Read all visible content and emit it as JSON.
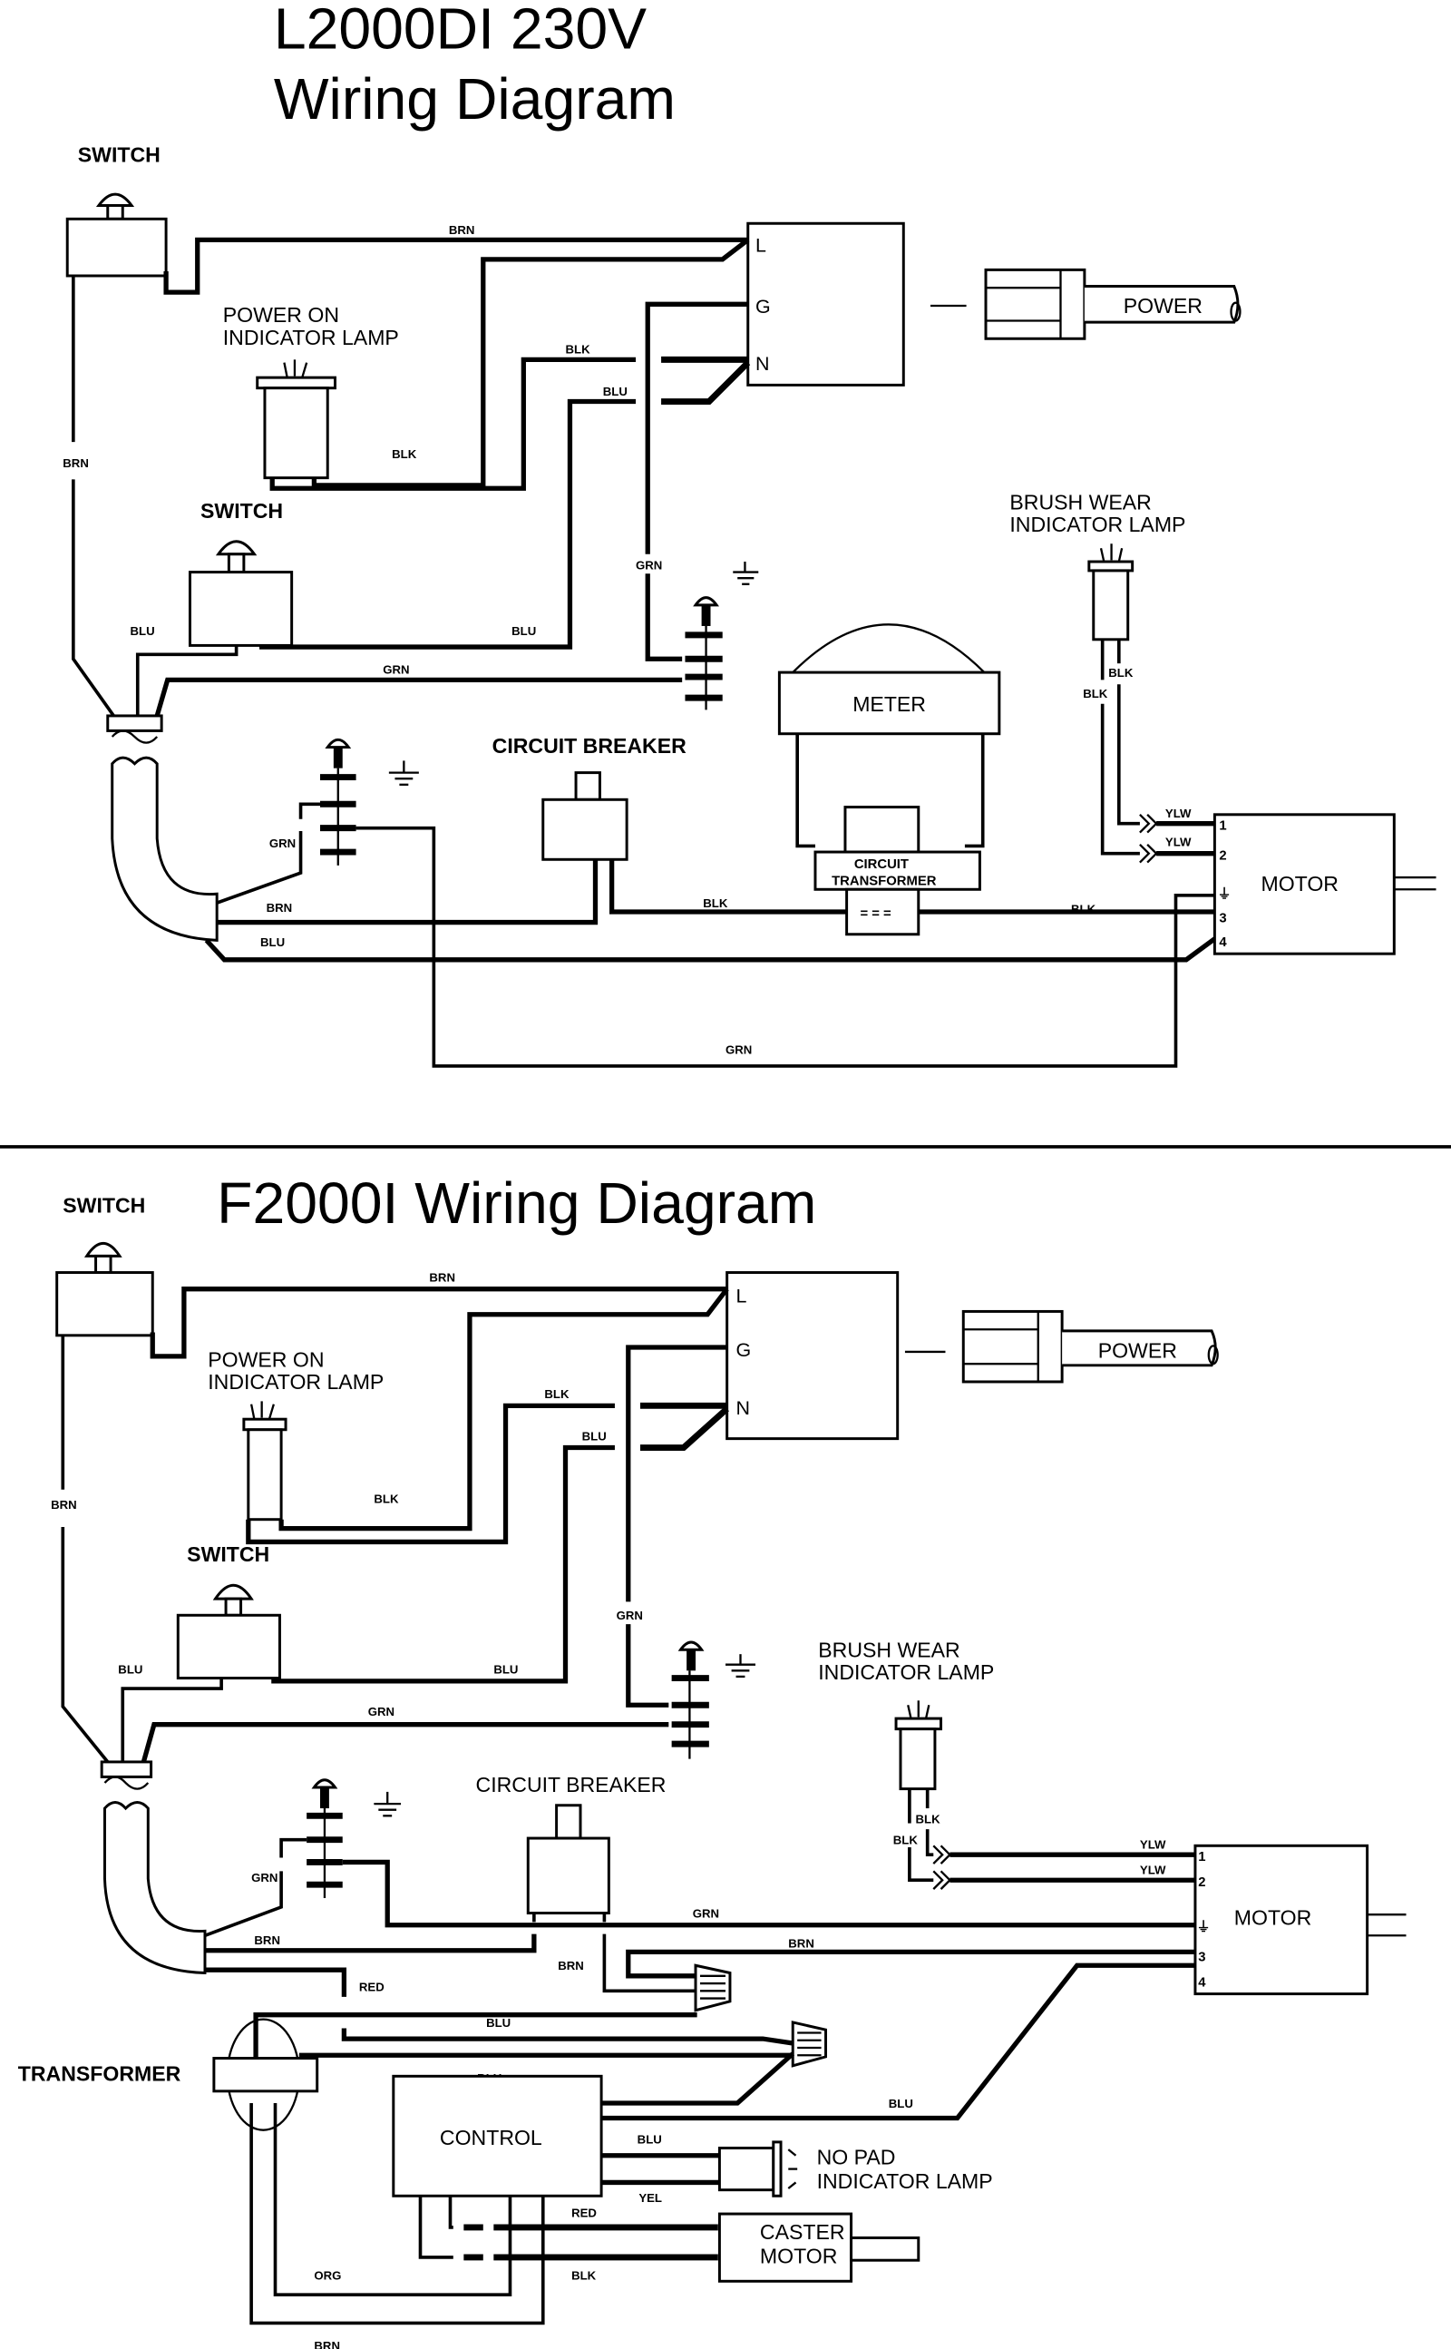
{
  "diagrams": [
    {
      "title_line1": "L2000DI  230V",
      "title_line2": "Wiring Diagram",
      "components": {
        "switch_top": "SWITCH",
        "power_lamp_l1": "POWER  ON",
        "power_lamp_l2": "INDICATOR  LAMP",
        "switch_mid": "SWITCH",
        "brush_lamp_l1": "BRUSH  WEAR",
        "brush_lamp_l2": "INDICATOR  LAMP",
        "meter": "METER",
        "circuit_breaker": "CIRCUIT  BREAKER",
        "circuit_transformer_l1": "CIRCUIT",
        "circuit_transformer_l2": "TRANSFORMER",
        "motor": "MOTOR",
        "power": "POWER"
      },
      "terminals": {
        "l": "L",
        "g": "G",
        "n": "N"
      },
      "motor_pins": [
        "1",
        "2",
        "3",
        "4"
      ],
      "wire_labels": {
        "brn_top": "BRN",
        "brn_left": "BRN",
        "blk_top": "BLK",
        "blu_top": "BLU",
        "blk_lamp": "BLK",
        "grn_vertical": "GRN",
        "blu_switch_left": "BLU",
        "blu_switch_right": "BLU",
        "grn_horizontal": "GRN",
        "blk_brush_right": "BLK",
        "blk_brush_left": "BLK",
        "ylw_1": "YLW",
        "ylw_2": "YLW",
        "grn_ground": "GRN",
        "brn_breaker": "BRN",
        "blu_bottom": "BLU",
        "blk_breaker": "BLK",
        "blk_motor": "BLK",
        "grn_bottom": "GRN"
      }
    },
    {
      "title": "F2000I Wiring Diagram",
      "components": {
        "switch_top": "SWITCH",
        "power_lamp_l1": "POWER  ON",
        "power_lamp_l2": "INDICATOR  LAMP",
        "switch_mid": "SWITCH",
        "brush_lamp_l1": "BRUSH  WEAR",
        "brush_lamp_l2": "INDICATOR  LAMP",
        "circuit_breaker": "CIRCUIT  BREAKER",
        "motor": "MOTOR",
        "power": "POWER",
        "transformer": "TRANSFORMER",
        "control": "CONTROL",
        "no_pad_lamp_l1": "NO  PAD",
        "no_pad_lamp_l2": "INDICATOR  LAMP",
        "caster_motor_l1": "CASTER",
        "caster_motor_l2": "MOTOR"
      },
      "terminals": {
        "l": "L",
        "g": "G",
        "n": "N"
      },
      "motor_pins": [
        "1",
        "2",
        "3",
        "4"
      ],
      "wire_labels": {
        "brn_top": "BRN",
        "brn_left": "BRN",
        "blk_top": "BLK",
        "blu_top": "BLU",
        "blk_lamp": "BLK",
        "grn_vertical": "GRN",
        "blu_switch_left": "BLU",
        "blu_switch_right": "BLU",
        "grn_horizontal": "GRN",
        "blk_brush_right": "BLK",
        "blk_brush_left": "BLK",
        "ylw_1": "YLW",
        "ylw_2": "YLW",
        "grn_ground": "GRN",
        "grn_motor": "GRN",
        "brn_breaker": "BRN",
        "brn_nut": "BRN",
        "brn_motor": "BRN",
        "red_top": "RED",
        "blu_nut": "BLU",
        "blu_transformer": "BLU",
        "blu_motor": "BLU",
        "blu_lamp": "BLU",
        "yel_lamp": "YEL",
        "red_caster": "RED",
        "blk_caster": "BLK",
        "org": "ORG",
        "brn_bottom": "BRN"
      }
    }
  ]
}
